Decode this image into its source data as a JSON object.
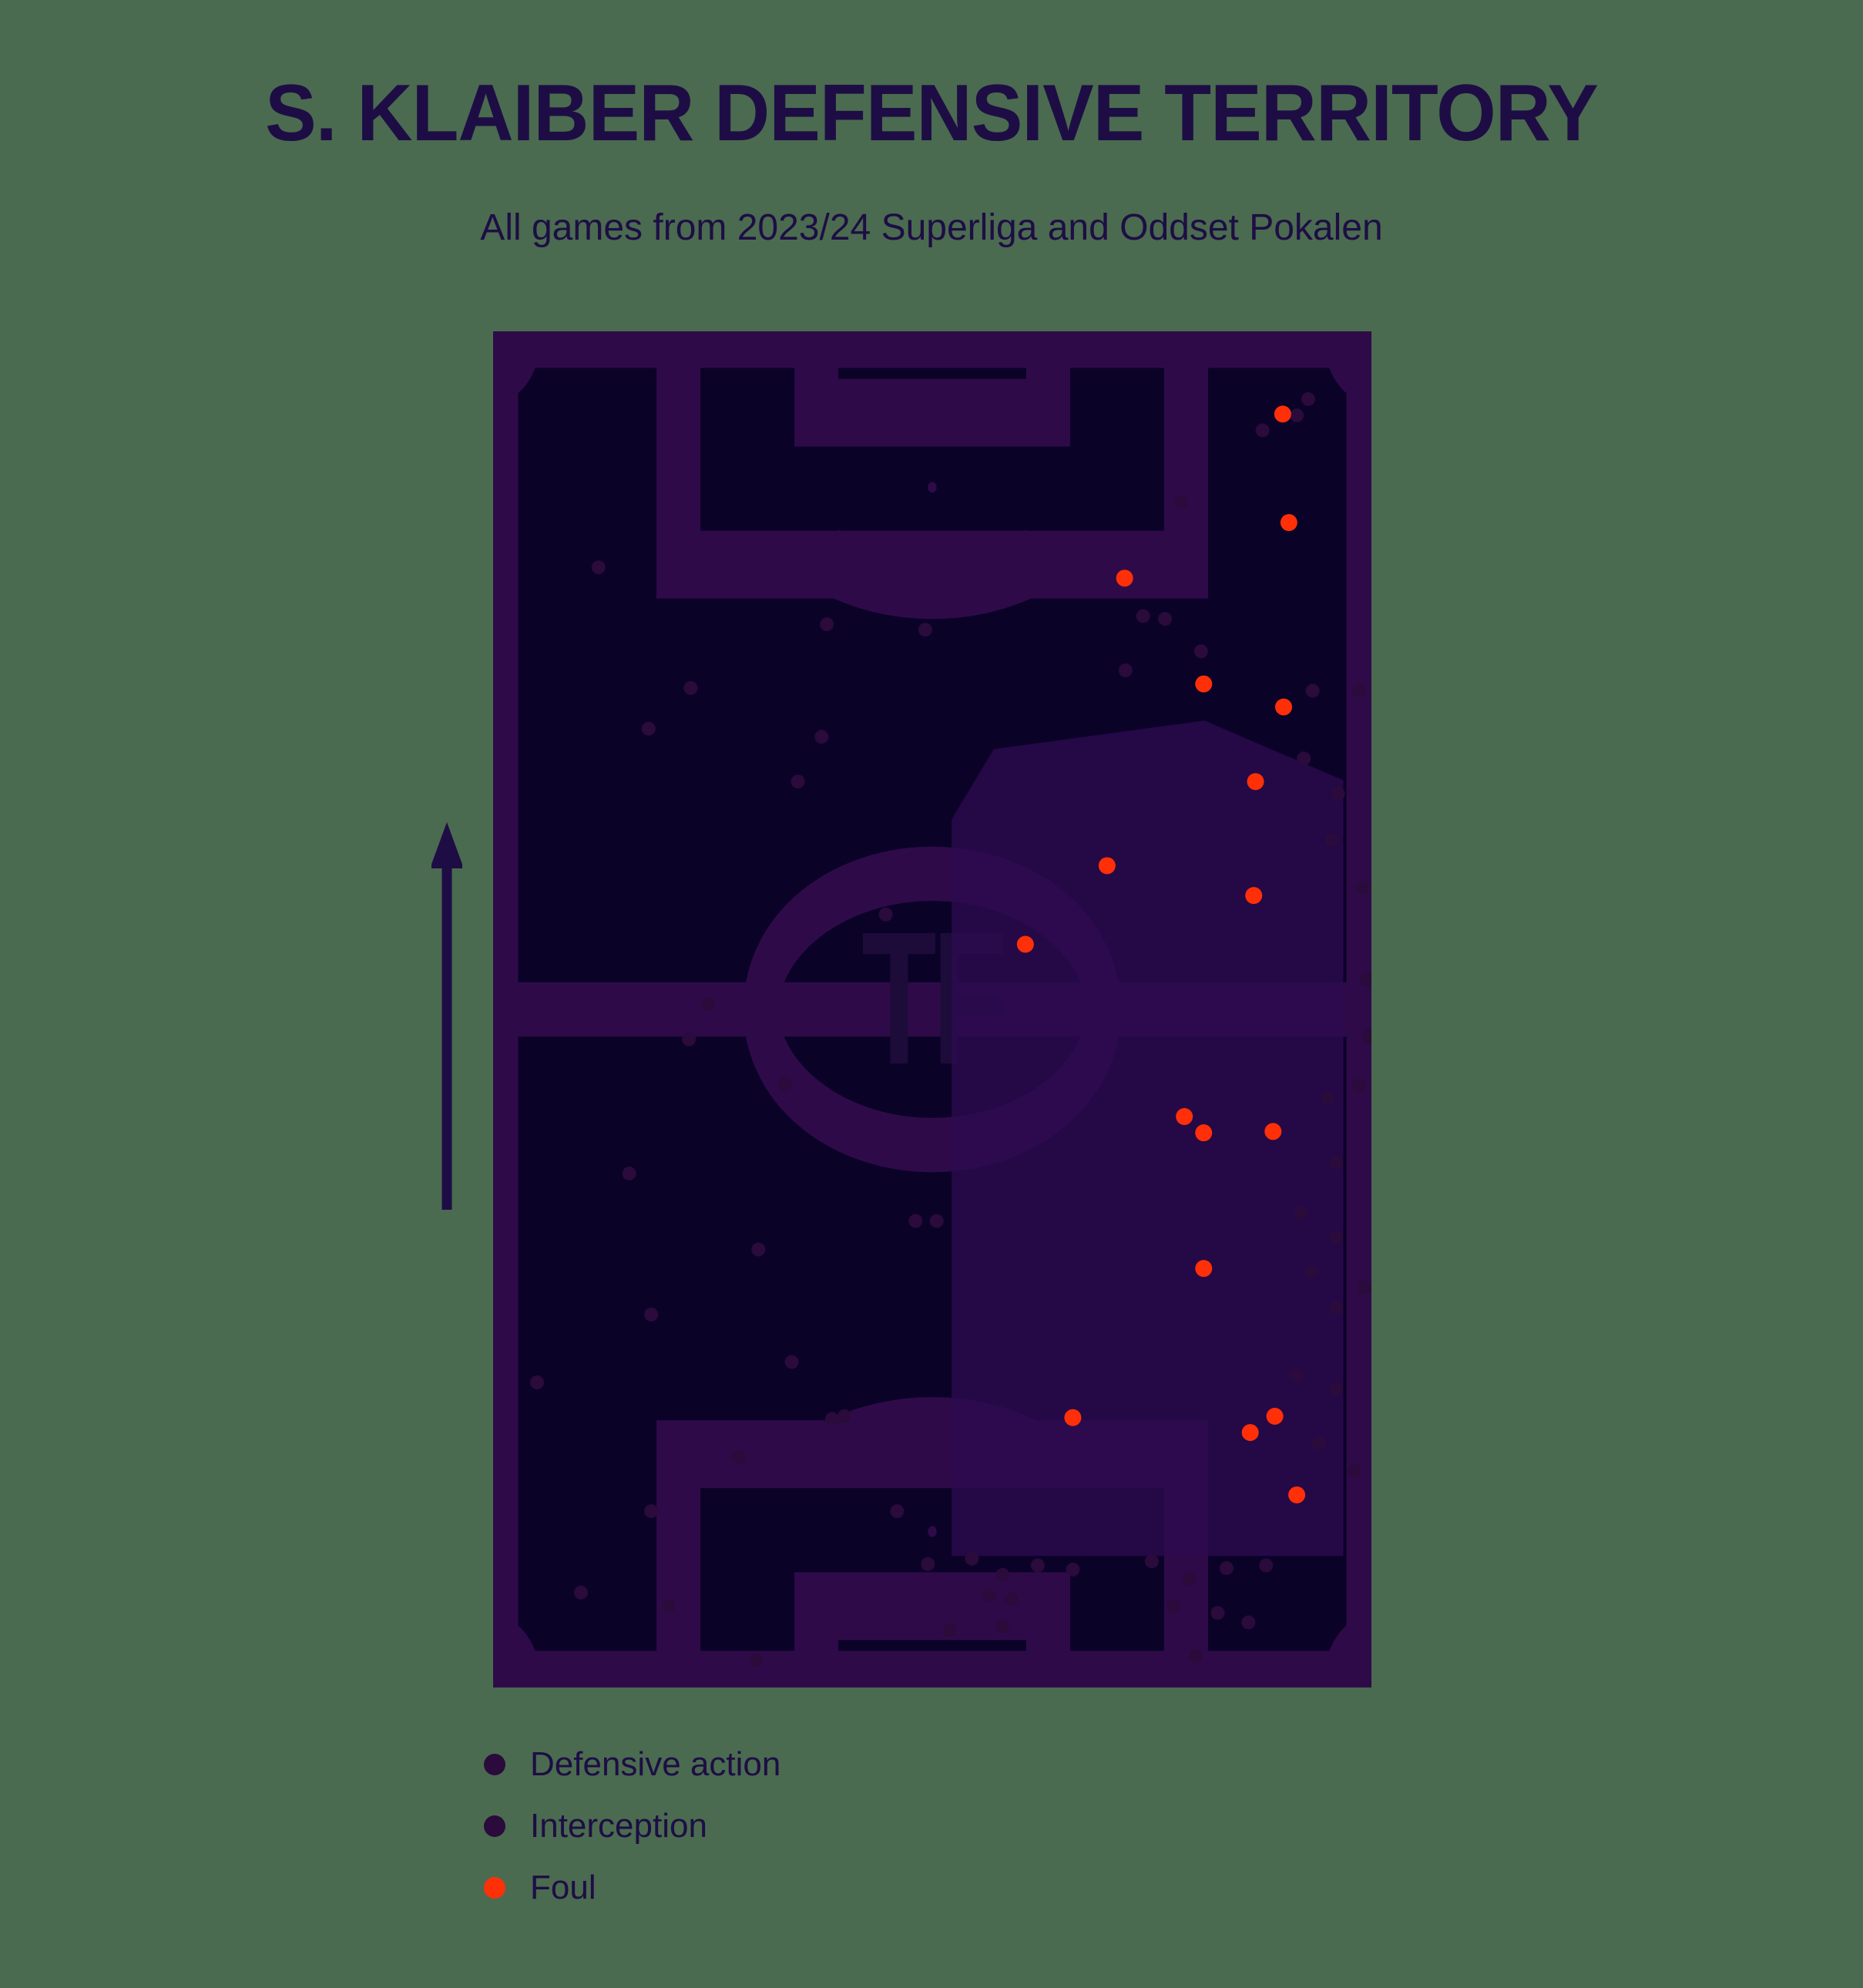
{
  "header": {
    "title": "S. KLAIBER DEFENSIVE TERRITORY",
    "subtitle": "All games from 2023/24 Superliga and Oddset Pokalen"
  },
  "colors": {
    "page_background": "#4a6b4f",
    "pitch_background": "#0b0228",
    "pitch_lines": "#2e0b48",
    "title_text": "#1e0d45",
    "territory_fill": "#1f0339",
    "defensive_action": "#2a0b3c",
    "interception": "#2a0b3c",
    "foul": "#ff3008",
    "watermark": "#1d0b3a"
  },
  "pitch": {
    "watermark_text": "TF",
    "direction_arrow": "up",
    "orientation": "vertical",
    "attacking_direction_note": "arrow points up"
  },
  "legend": {
    "items": [
      {
        "label": "Defensive action",
        "color": "#2a0b3c",
        "marker": "dot"
      },
      {
        "label": "Interception",
        "color": "#2a0b3c",
        "marker": "dot"
      },
      {
        "label": "Foul",
        "color": "#ff3008",
        "marker": "dot"
      }
    ]
  },
  "chart_data": {
    "type": "scatter",
    "title": "S. KLAIBER DEFENSIVE TERRITORY",
    "subtitle": "All games from 2023/24 Superliga and Oddset Pokalen",
    "xlabel": "",
    "ylabel": "",
    "xlim": [
      0,
      100
    ],
    "ylim": [
      0,
      100
    ],
    "grid": false,
    "legend_position": "bottom-left",
    "pitch": {
      "type": "football-pitch-vertical",
      "length": 100,
      "width": 100
    },
    "territory_polygon": {
      "name": "defensive-territory",
      "fill": "#1f0339",
      "opacity": 0.55,
      "points": [
        [
          57.0,
          30.8
        ],
        [
          81.0,
          28.7
        ],
        [
          96.8,
          33.1
        ],
        [
          96.8,
          90.3
        ],
        [
          52.2,
          90.3
        ],
        [
          52.2,
          36.0
        ]
      ]
    },
    "series": [
      {
        "name": "Foul",
        "color": "#ff3008",
        "marker_size": 11,
        "points": [
          [
            89.9,
            6.1
          ],
          [
            90.6,
            14.1
          ],
          [
            71.9,
            18.2
          ],
          [
            80.9,
            26.0
          ],
          [
            90.0,
            27.7
          ],
          [
            86.8,
            33.2
          ],
          [
            69.9,
            39.4
          ],
          [
            86.6,
            41.6
          ],
          [
            60.6,
            45.2
          ],
          [
            78.7,
            57.9
          ],
          [
            80.9,
            59.1
          ],
          [
            88.8,
            59.0
          ],
          [
            80.9,
            69.1
          ],
          [
            66.0,
            80.1
          ],
          [
            86.2,
            81.2
          ],
          [
            89.0,
            80.0
          ],
          [
            91.5,
            85.8
          ]
        ]
      },
      {
        "name": "Defensive action",
        "color": "#2a0b3c",
        "marker_size": 9,
        "points": [
          [
            92.8,
            5.0
          ],
          [
            87.6,
            7.3
          ],
          [
            91.5,
            6.2
          ],
          [
            78.3,
            12.6
          ],
          [
            12.0,
            17.4
          ],
          [
            38.0,
            21.6
          ],
          [
            49.2,
            22.0
          ],
          [
            76.5,
            21.2
          ],
          [
            74.0,
            21.0
          ],
          [
            80.6,
            23.6
          ],
          [
            72.0,
            25.0
          ],
          [
            93.3,
            26.5
          ],
          [
            98.6,
            26.5
          ],
          [
            22.5,
            26.3
          ],
          [
            17.7,
            29.3
          ],
          [
            37.4,
            29.9
          ],
          [
            34.7,
            33.2
          ],
          [
            92.3,
            31.5
          ],
          [
            96.2,
            34.1
          ],
          [
            95.5,
            37.5
          ],
          [
            44.7,
            43.0
          ],
          [
            99.0,
            41.0
          ],
          [
            99.5,
            47.8
          ],
          [
            98.6,
            55.6
          ],
          [
            24.5,
            49.6
          ],
          [
            22.3,
            52.2
          ],
          [
            33.2,
            55.5
          ],
          [
            99.7,
            52.0
          ],
          [
            95.0,
            56.5
          ],
          [
            96.0,
            61.3
          ],
          [
            15.5,
            62.1
          ],
          [
            92.0,
            65.0
          ],
          [
            96.0,
            66.8
          ],
          [
            93.2,
            69.3
          ],
          [
            30.2,
            67.7
          ],
          [
            48.1,
            65.6
          ],
          [
            50.5,
            65.6
          ],
          [
            99.2,
            70.5
          ],
          [
            96.0,
            72.0
          ],
          [
            18.0,
            72.5
          ],
          [
            34.0,
            76.0
          ],
          [
            40.0,
            80.0
          ],
          [
            28.0,
            83.0
          ],
          [
            38.6,
            80.2
          ],
          [
            96.0,
            78.0
          ],
          [
            91.5,
            77.0
          ],
          [
            94.0,
            82.0
          ],
          [
            98.0,
            84.0
          ],
          [
            18.0,
            87.0
          ],
          [
            46.0,
            87.0
          ],
          [
            49.5,
            90.9
          ],
          [
            54.5,
            90.5
          ],
          [
            58.0,
            91.7
          ],
          [
            62.0,
            91.0
          ],
          [
            66.0,
            91.3
          ],
          [
            56.5,
            93.2
          ],
          [
            59.0,
            93.5
          ],
          [
            75.0,
            90.7
          ],
          [
            79.3,
            92.0
          ],
          [
            83.5,
            91.2
          ],
          [
            88.0,
            91.0
          ],
          [
            77.5,
            94.0
          ],
          [
            82.5,
            94.5
          ],
          [
            52.0,
            95.8
          ],
          [
            58.0,
            95.5
          ],
          [
            86.0,
            95.2
          ],
          [
            80.0,
            97.7
          ],
          [
            20.0,
            94.0
          ],
          [
            30.0,
            98.0
          ],
          [
            10.0,
            93.0
          ],
          [
            5.0,
            77.5
          ]
        ]
      }
    ]
  }
}
